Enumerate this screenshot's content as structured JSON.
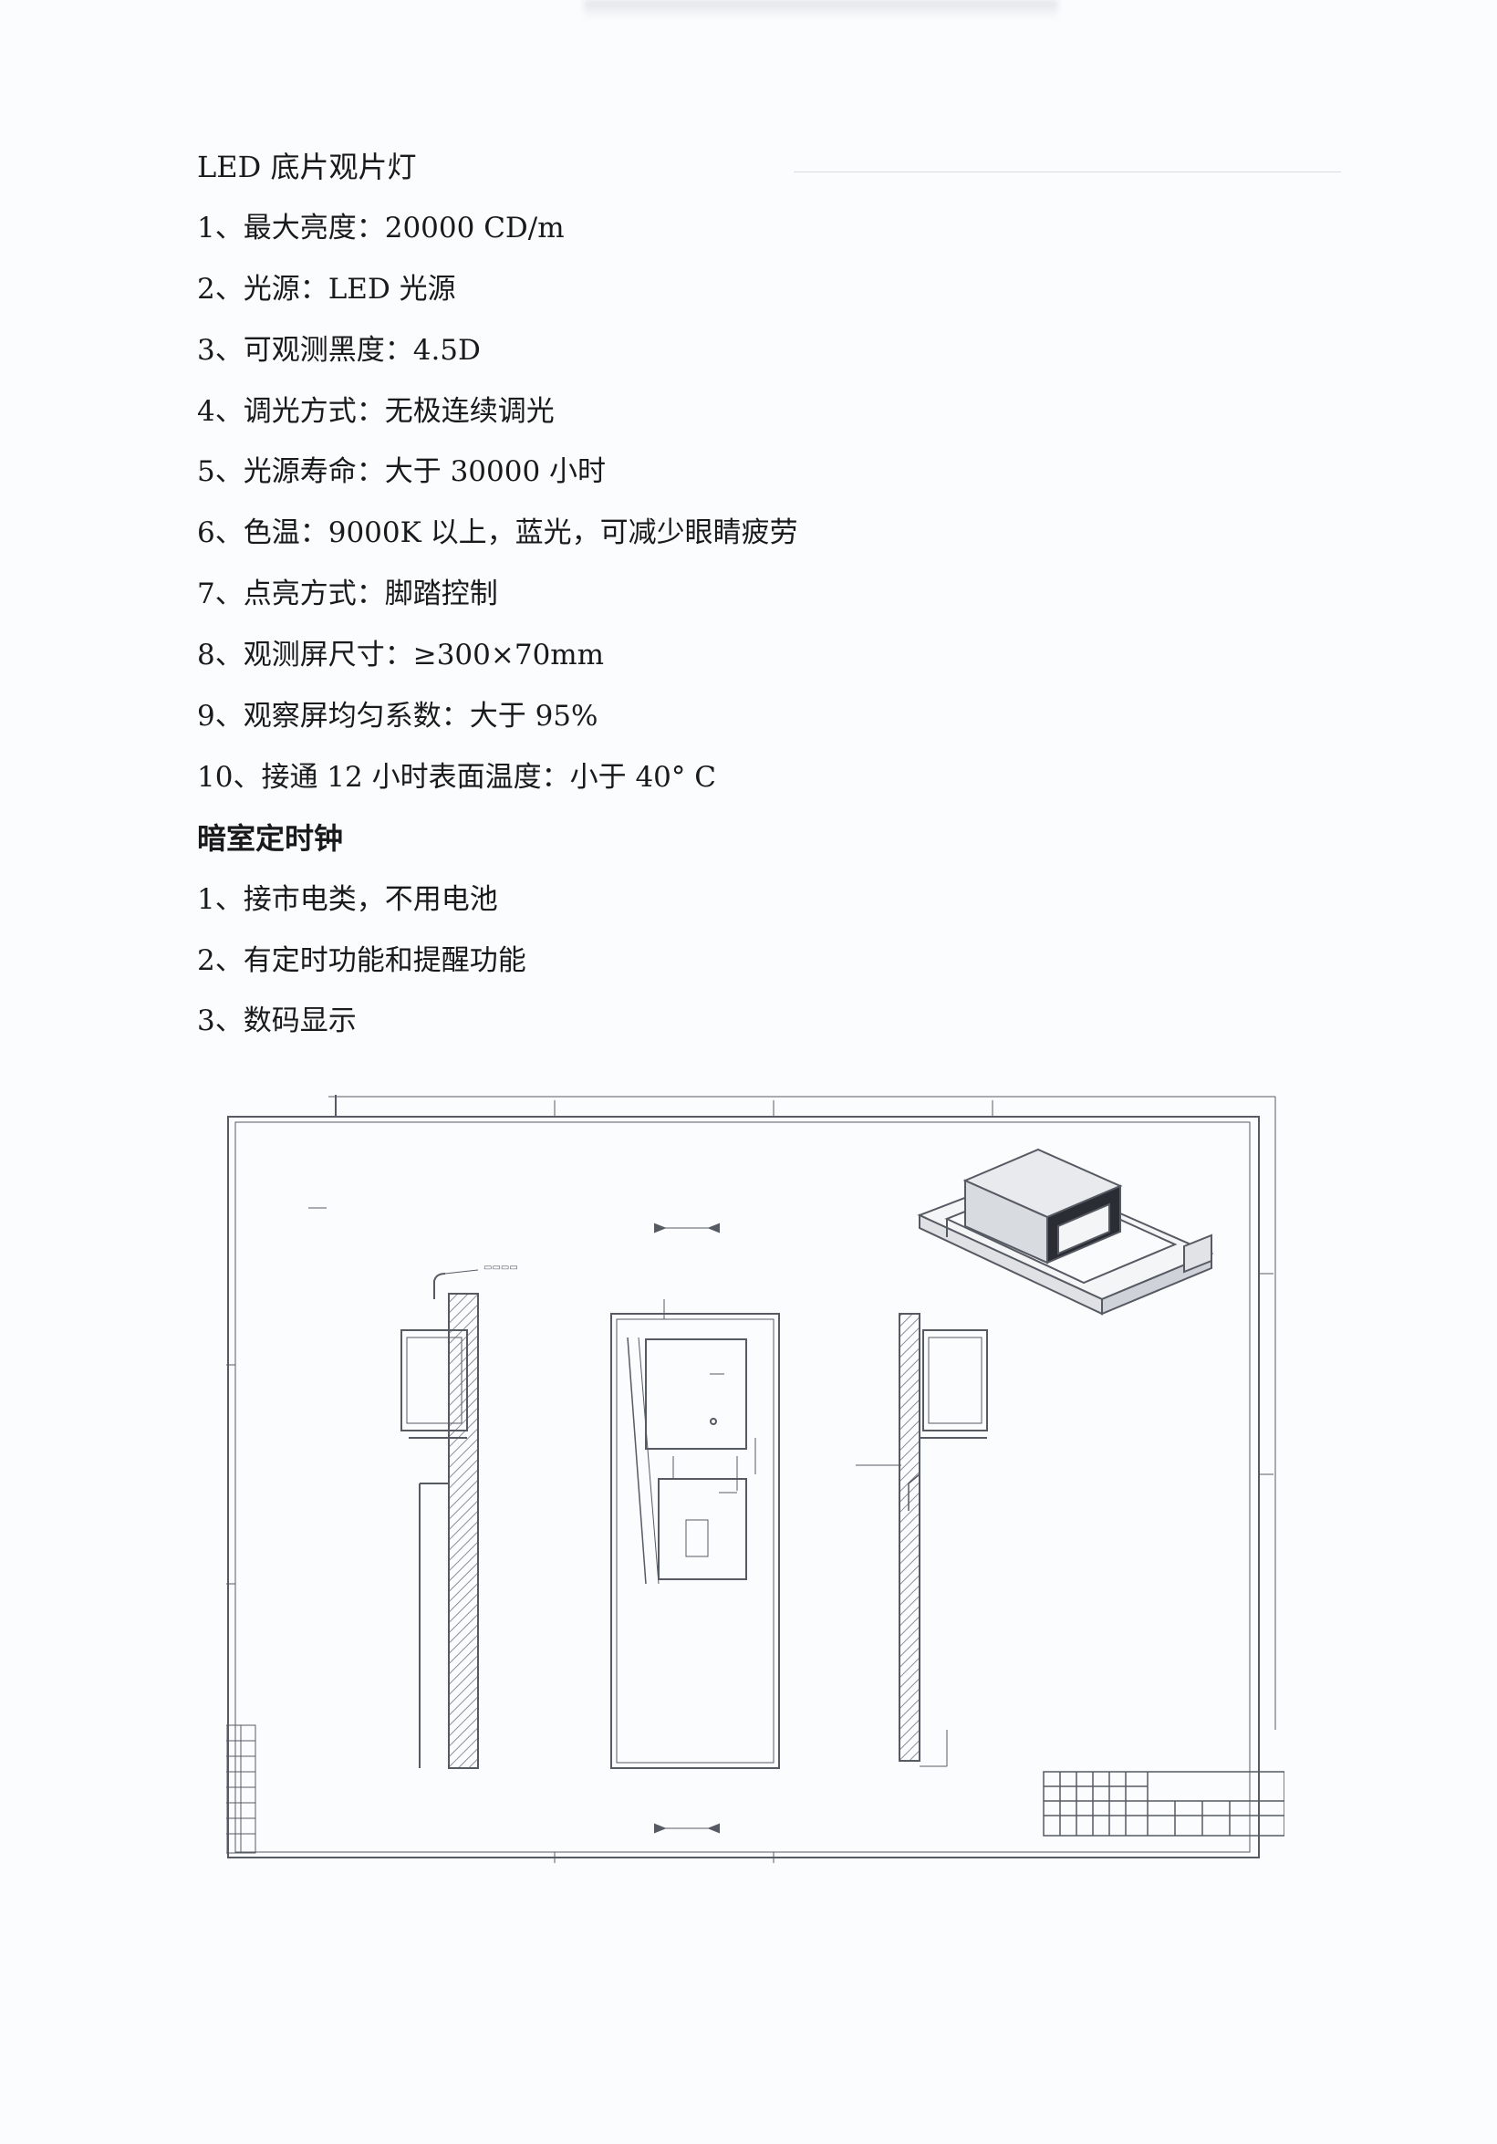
{
  "sections": [
    {
      "title": "LED 底片观片灯",
      "items": [
        "1、最大亮度：20000 CD/m",
        "2、光源：LED 光源",
        "3、可观测黑度：4.5D",
        "4、调光方式：无极连续调光",
        "5、光源寿命：大于 30000 小时",
        "6、色温：9000K 以上，蓝光，可减少眼睛疲劳",
        "7、点亮方式：脚踏控制",
        "8、观测屏尺寸：≥300×70mm",
        "9、观察屏均匀系数：大于 95%",
        "10、接通 12 小时表面温度：小于 40° C"
      ]
    },
    {
      "title": "暗室定时钟",
      "items": [
        "1、接市电类，不用电池",
        "2、有定时功能和提醒功能",
        "3、数码显示"
      ]
    }
  ],
  "drawing": {
    "line_color": "#555a63",
    "hatch_color": "#8a8f98"
  }
}
